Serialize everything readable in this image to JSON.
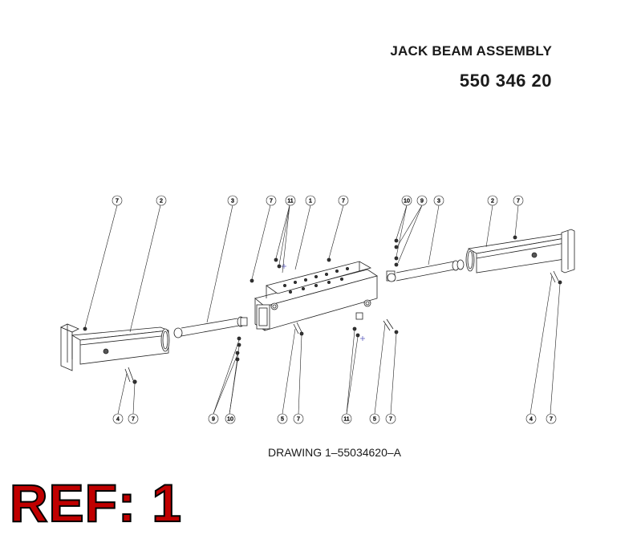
{
  "header": {
    "title": "JACK BEAM ASSEMBLY",
    "part_number": "550 346 20"
  },
  "drawing_id": "DRAWING 1–55034620–A",
  "ref_label": "REF: 1",
  "colors": {
    "ref": "#c00000",
    "line": "#222222"
  },
  "callouts": [
    {
      "id": "7"
    },
    {
      "id": "2"
    },
    {
      "id": "3"
    },
    {
      "id": "7"
    },
    {
      "id": "11"
    },
    {
      "id": "1"
    },
    {
      "id": "7"
    },
    {
      "id": "10"
    },
    {
      "id": "9"
    },
    {
      "id": "3"
    },
    {
      "id": "2"
    },
    {
      "id": "7"
    },
    {
      "id": "4"
    },
    {
      "id": "7"
    },
    {
      "id": "9"
    },
    {
      "id": "10"
    },
    {
      "id": "5"
    },
    {
      "id": "7"
    },
    {
      "id": "11"
    },
    {
      "id": "5"
    },
    {
      "id": "7"
    },
    {
      "id": "4"
    },
    {
      "id": "7"
    }
  ]
}
